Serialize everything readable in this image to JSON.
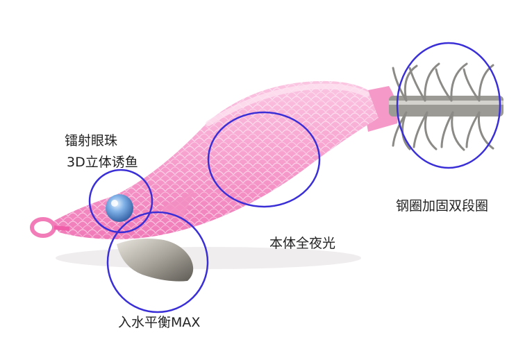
{
  "annotations": {
    "eye_line1": "镭射眼珠",
    "eye_line2": "3D立体诱鱼",
    "body": "本体全夜光",
    "hook": "钢圈加固双段圈",
    "sinker": "入水平衡MAX"
  },
  "colors": {
    "circle": "#3a2fd6",
    "body_pink": "#f7a6d0",
    "body_deep": "#ee6fb0",
    "eye_blue": "#6d9ed8",
    "hook_metal": "#8b8a86",
    "sinker_metal": "#b9b6ae"
  }
}
